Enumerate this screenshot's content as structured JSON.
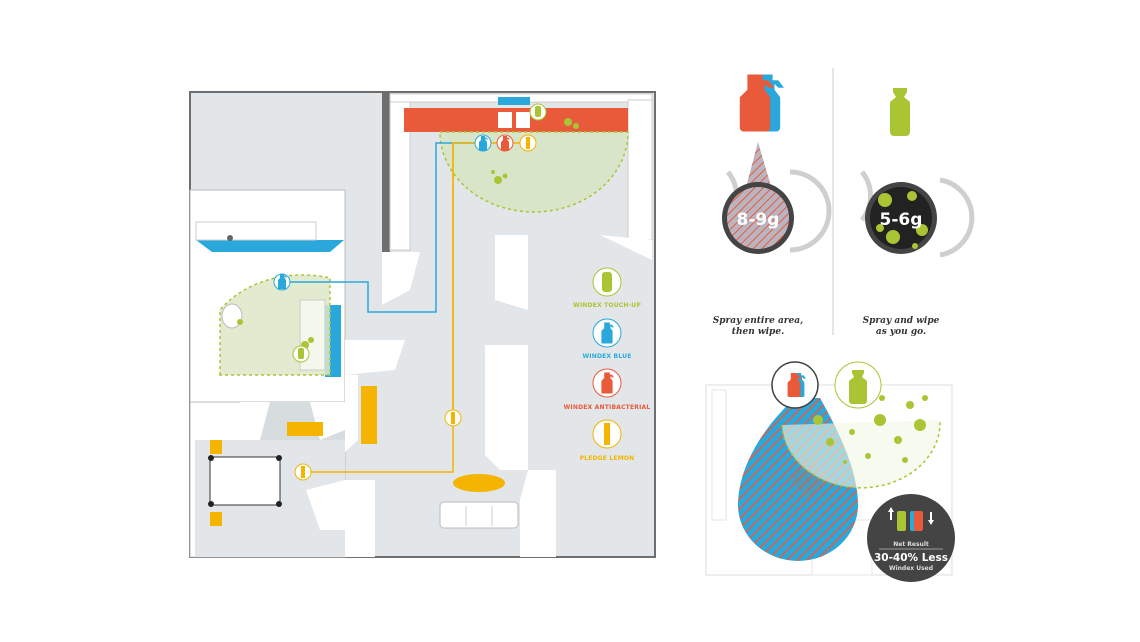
{
  "legend": {
    "touchup": "WINDEX TOUCH-UP",
    "blue": "WINDEX BLUE",
    "antibacterial": "WINDEX ANTIBACTERIAL",
    "pledge": "PLEDGE LEMON"
  },
  "comparison": {
    "left_amount": "8-9g",
    "left_caption_line1": "Spray entire area,",
    "left_caption_line2": "then wipe.",
    "right_amount": "5-6g",
    "right_caption_line1": "Spray and wipe",
    "right_caption_line2": "as you go."
  },
  "result": {
    "heading": "Net Result",
    "value": "30-40% Less",
    "sub": "Windex Used"
  },
  "colors": {
    "green": "#a9c534",
    "blue": "#2aa8dc",
    "red": "#e85a3a",
    "yellow": "#f4b400",
    "floor": "#e2e6e8",
    "wall": "#6e6e6e",
    "dark": "#444444"
  },
  "icons": [
    "spray-bottle-icon",
    "touch-up-bottle-icon",
    "pledge-can-icon",
    "arrow-up-icon",
    "arrow-down-icon"
  ]
}
